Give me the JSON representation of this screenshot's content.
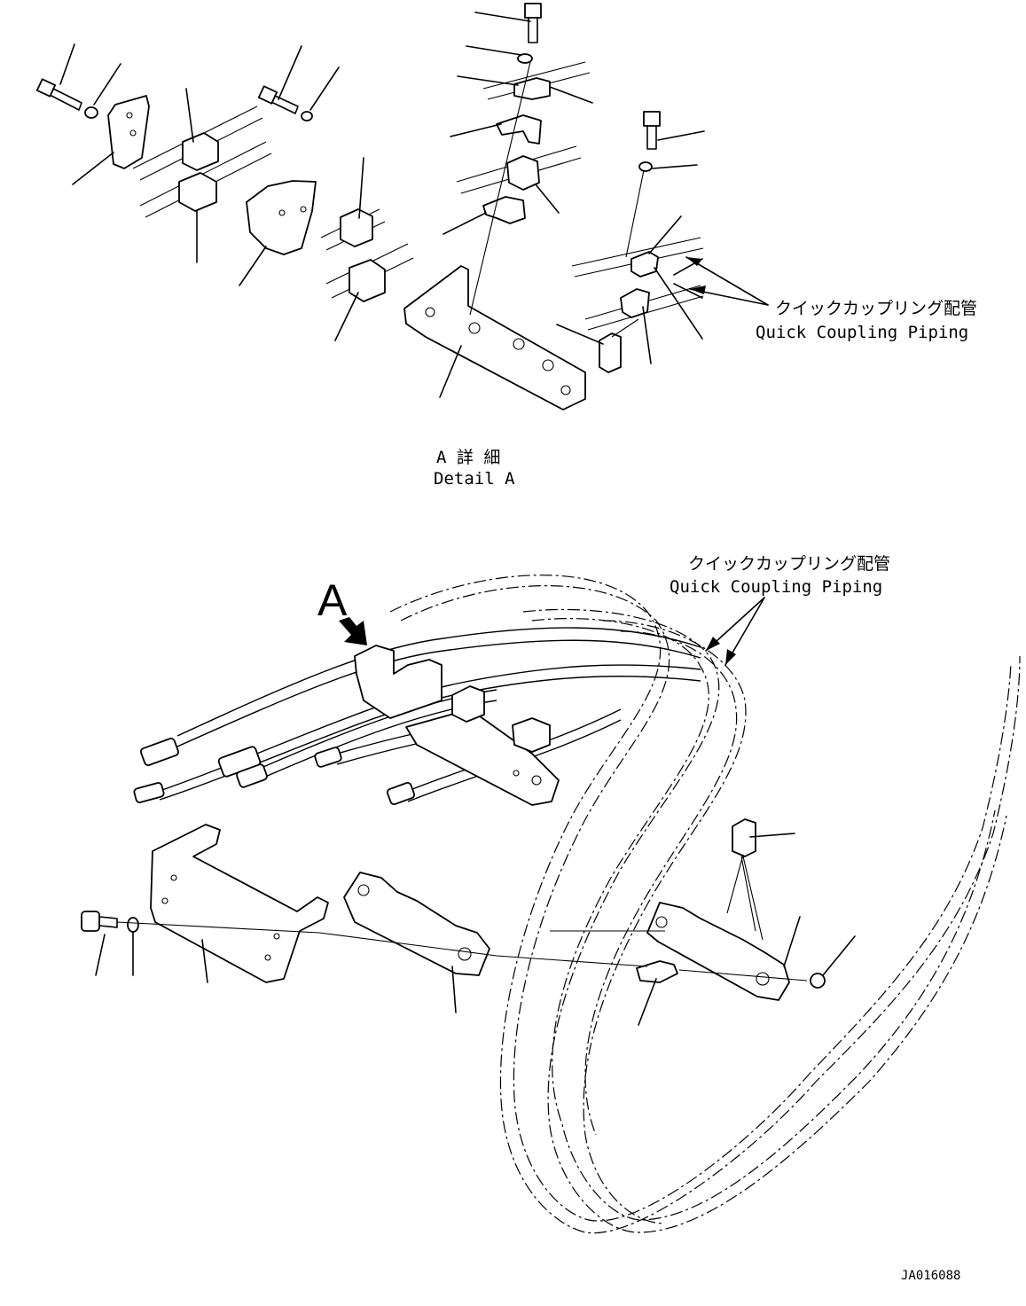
{
  "detail": {
    "title_jp": "A 詳 細",
    "title_en": "Detail A"
  },
  "callouts": {
    "upper_jp": "クイックカップリング配管",
    "upper_en": "Quick Coupling Piping",
    "lower_jp": "クイックカップリング配管",
    "lower_en": "Quick Coupling Piping",
    "view_marker": "A"
  },
  "drawing_id": "JA016088"
}
